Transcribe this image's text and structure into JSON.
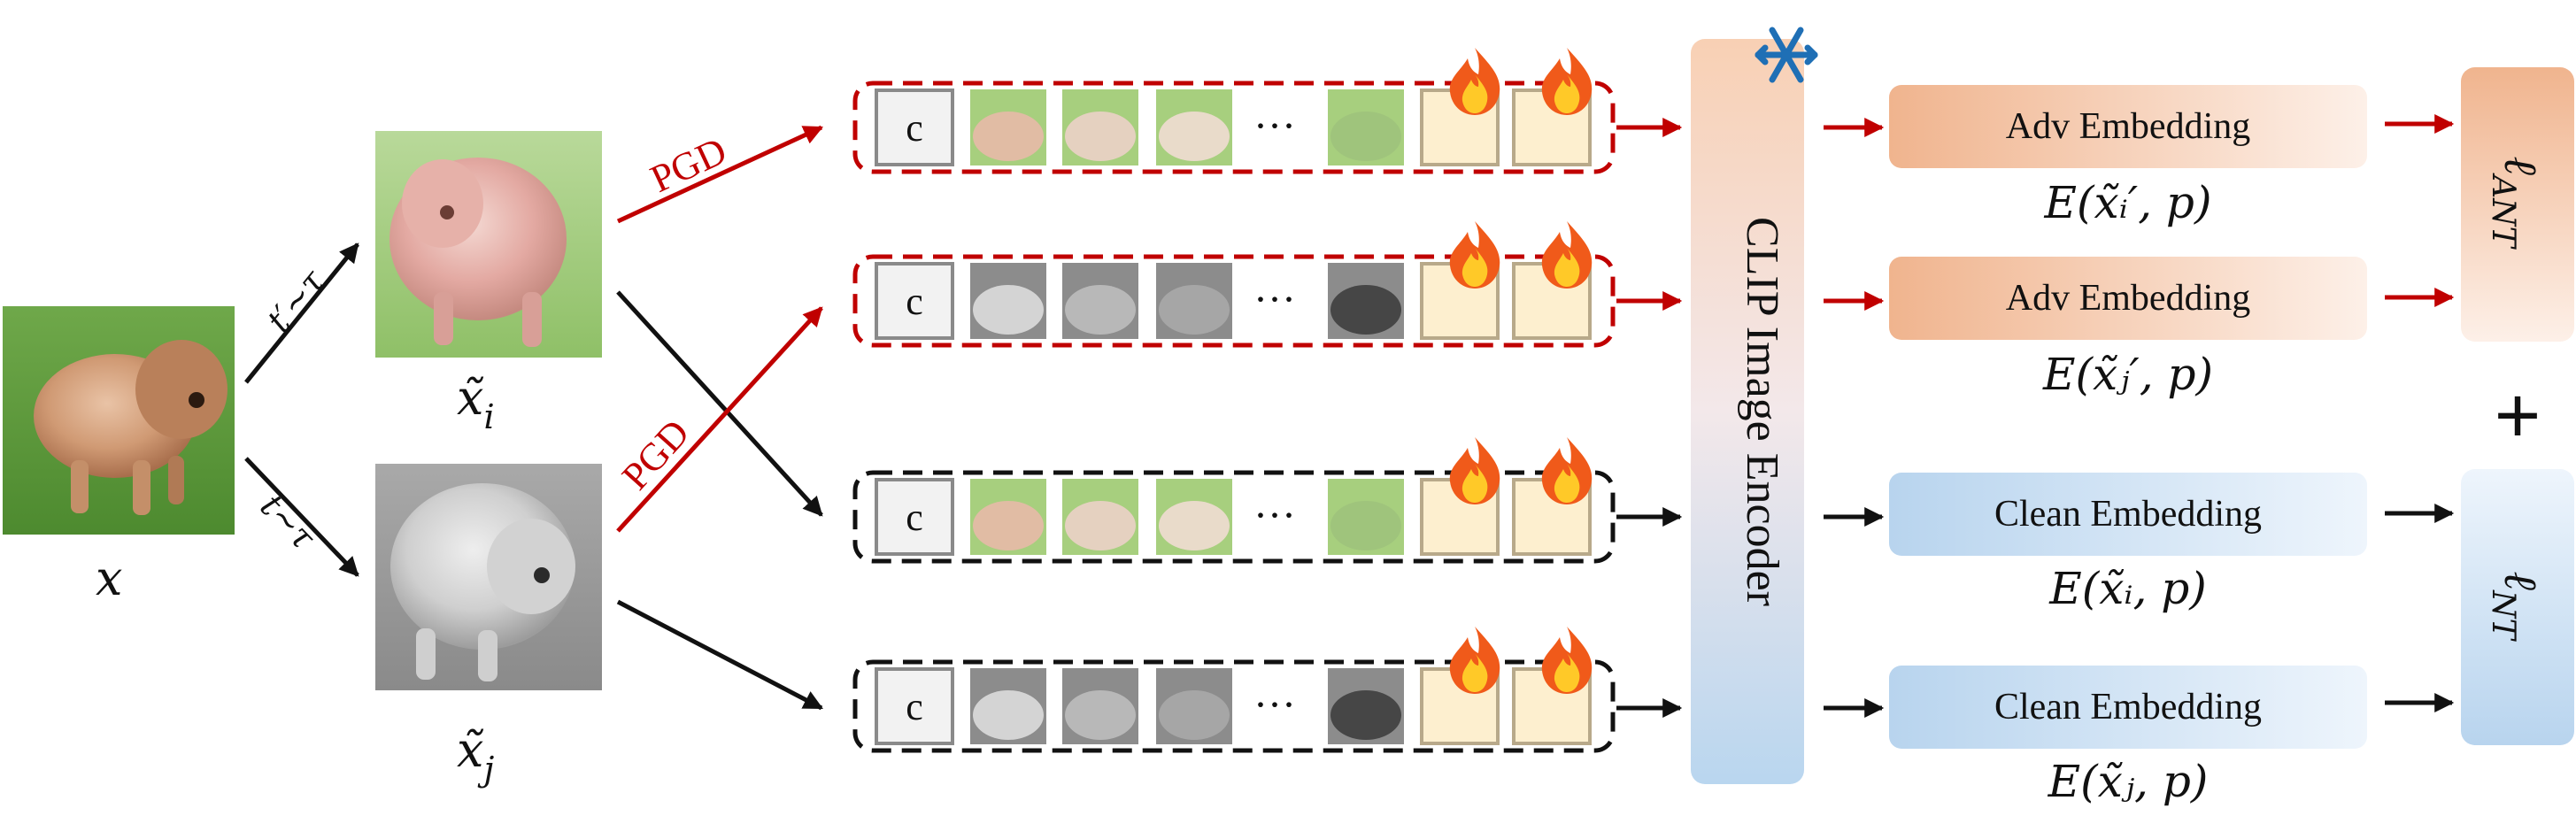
{
  "input": {
    "label": "x"
  },
  "views": [
    {
      "label": "x̃",
      "subscript": "i",
      "aug": "t′∼τ",
      "tint": "color"
    },
    {
      "label": "x̃",
      "subscript": "j",
      "aug": "t∼τ",
      "tint": "gray"
    }
  ],
  "pgd_label": "PGD",
  "token_rows": [
    {
      "cls": "c",
      "dots": "···",
      "border": "red",
      "view": "color"
    },
    {
      "cls": "c",
      "dots": "···",
      "border": "red",
      "view": "gray"
    },
    {
      "cls": "c",
      "dots": "···",
      "border": "black",
      "view": "color"
    },
    {
      "cls": "c",
      "dots": "···",
      "border": "black",
      "view": "gray"
    }
  ],
  "encoder": {
    "label": "CLIP Image Encoder",
    "frozen_icon": "snowflake-icon",
    "trainable_icon": "flame-icon"
  },
  "embeddings": [
    {
      "label": "Adv Embedding",
      "formula": "E(x̃ᵢ′, p)",
      "kind": "adv"
    },
    {
      "label": "Adv Embedding",
      "formula": "E(x̃ⱼ′, p)",
      "kind": "adv"
    },
    {
      "label": "Clean Embedding",
      "formula": "E(x̃ᵢ, p)",
      "kind": "clean"
    },
    {
      "label": "Clean Embedding",
      "formula": "E(x̃ⱼ, p)",
      "kind": "clean"
    }
  ],
  "losses": [
    {
      "symbol": "ℓ",
      "subscript": "ANT"
    },
    {
      "symbol": "ℓ",
      "subscript": "NT"
    }
  ],
  "plus": "+",
  "colors": {
    "adv_red": "#c00000",
    "adv_orange": "#f0b48e",
    "clean_blue": "#bcd6ee",
    "prompt_fill": "#fdefcf",
    "prompt_border": "#b8a98a"
  }
}
